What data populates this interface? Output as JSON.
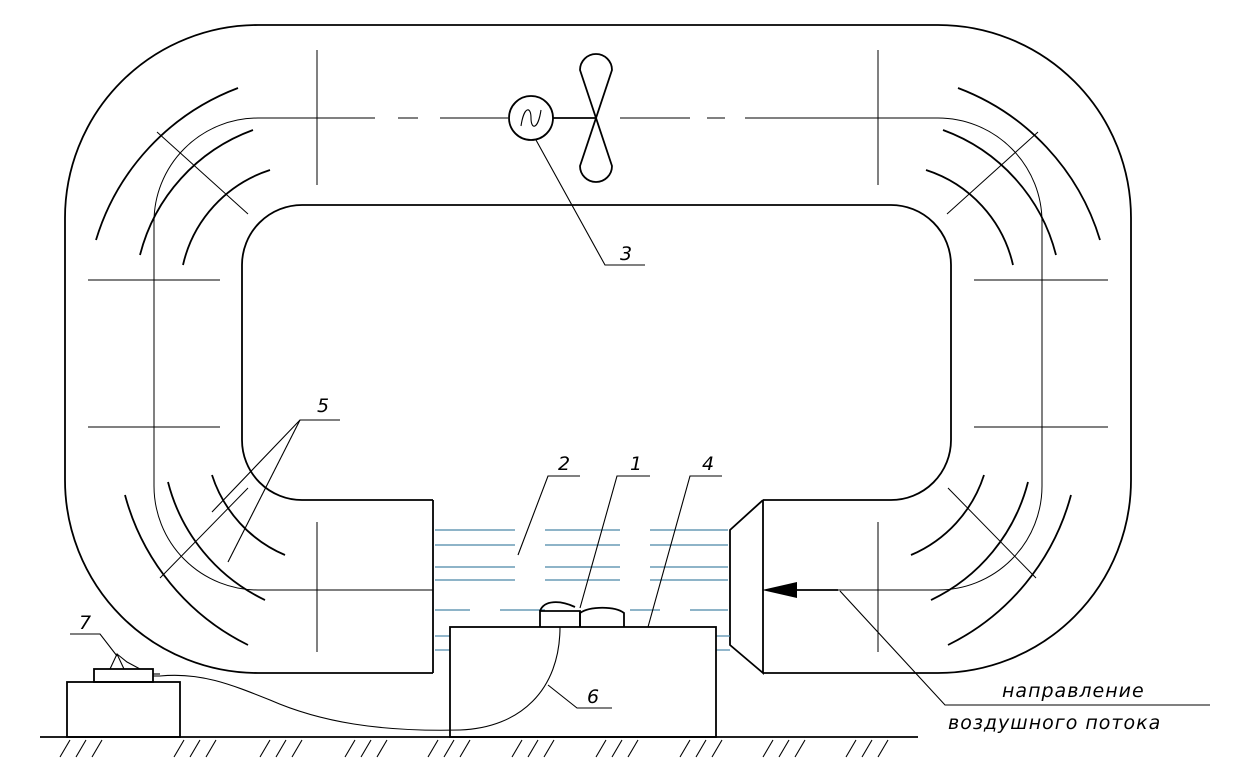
{
  "labels": {
    "l1": "1",
    "l2": "2",
    "l3": "3",
    "l4": "4",
    "l5": "5",
    "l6": "6",
    "l7": "7"
  },
  "caption": {
    "line1": "направление",
    "line2": "воздушного потока"
  },
  "colors": {
    "flow_lines": "#4a86a8",
    "stroke": "#000000"
  }
}
